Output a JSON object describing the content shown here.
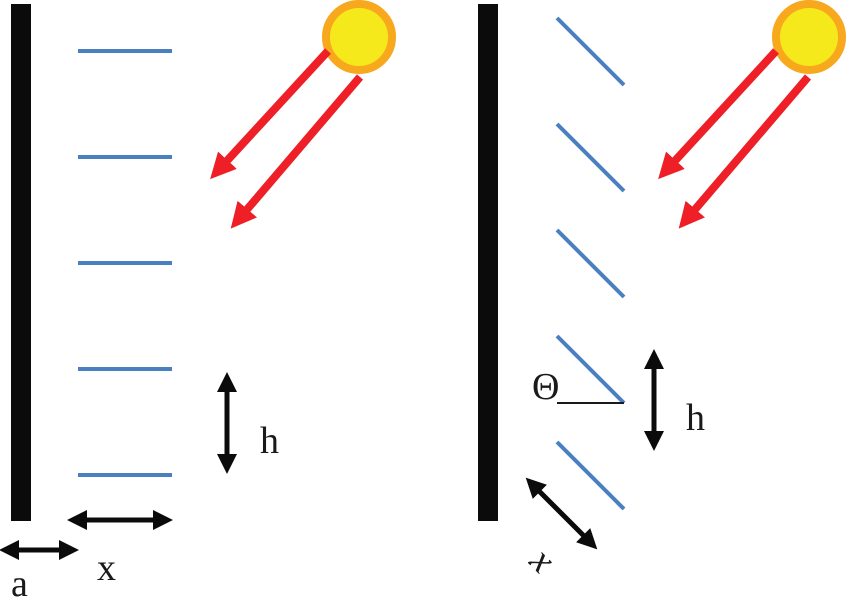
{
  "labels": {
    "a": "a",
    "x_left": "x",
    "h_left": "h",
    "theta": "Θ",
    "h_right": "h",
    "x_right": "x"
  },
  "colors": {
    "wall": "#0b0b0b",
    "slat": "#4a7fc0",
    "ray": "#ee1f26",
    "sun_fill": "#f5e91c",
    "sun_ring": "#f7a81c",
    "dimension": "#0b0b0b"
  },
  "icons": {
    "sun": "sun-icon",
    "ray": "arrow-icon"
  },
  "diagrams": {
    "left": {
      "slat_count": 5
    },
    "right": {
      "slat_count": 5
    }
  }
}
